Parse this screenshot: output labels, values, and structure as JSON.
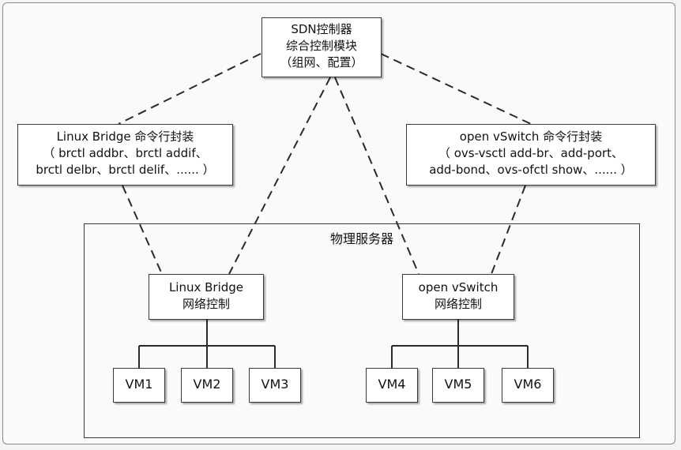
{
  "controller": {
    "line1": "SDN控制器",
    "line2": "综合控制模块",
    "line3": "（组网、配置）"
  },
  "linux_wrapper": {
    "line1": "Linux Bridge 命令行封装",
    "line2": "（ brctl addbr、brctl addif、",
    "line3": "brctl delbr、brctl delif、...... ）"
  },
  "ovs_wrapper": {
    "line1": "open vSwitch 命令行封装",
    "line2": "（ ovs-vsctl add-br、add-port、",
    "line3": "add-bond、ovs-ofctl show、...... ）"
  },
  "server_title": "物理服务器",
  "linux_ctrl": {
    "line1": "Linux Bridge",
    "line2": "网络控制"
  },
  "ovs_ctrl": {
    "line1": "open vSwitch",
    "line2": "网络控制"
  },
  "vms": [
    "VM1",
    "VM2",
    "VM3",
    "VM4",
    "VM5",
    "VM6"
  ]
}
